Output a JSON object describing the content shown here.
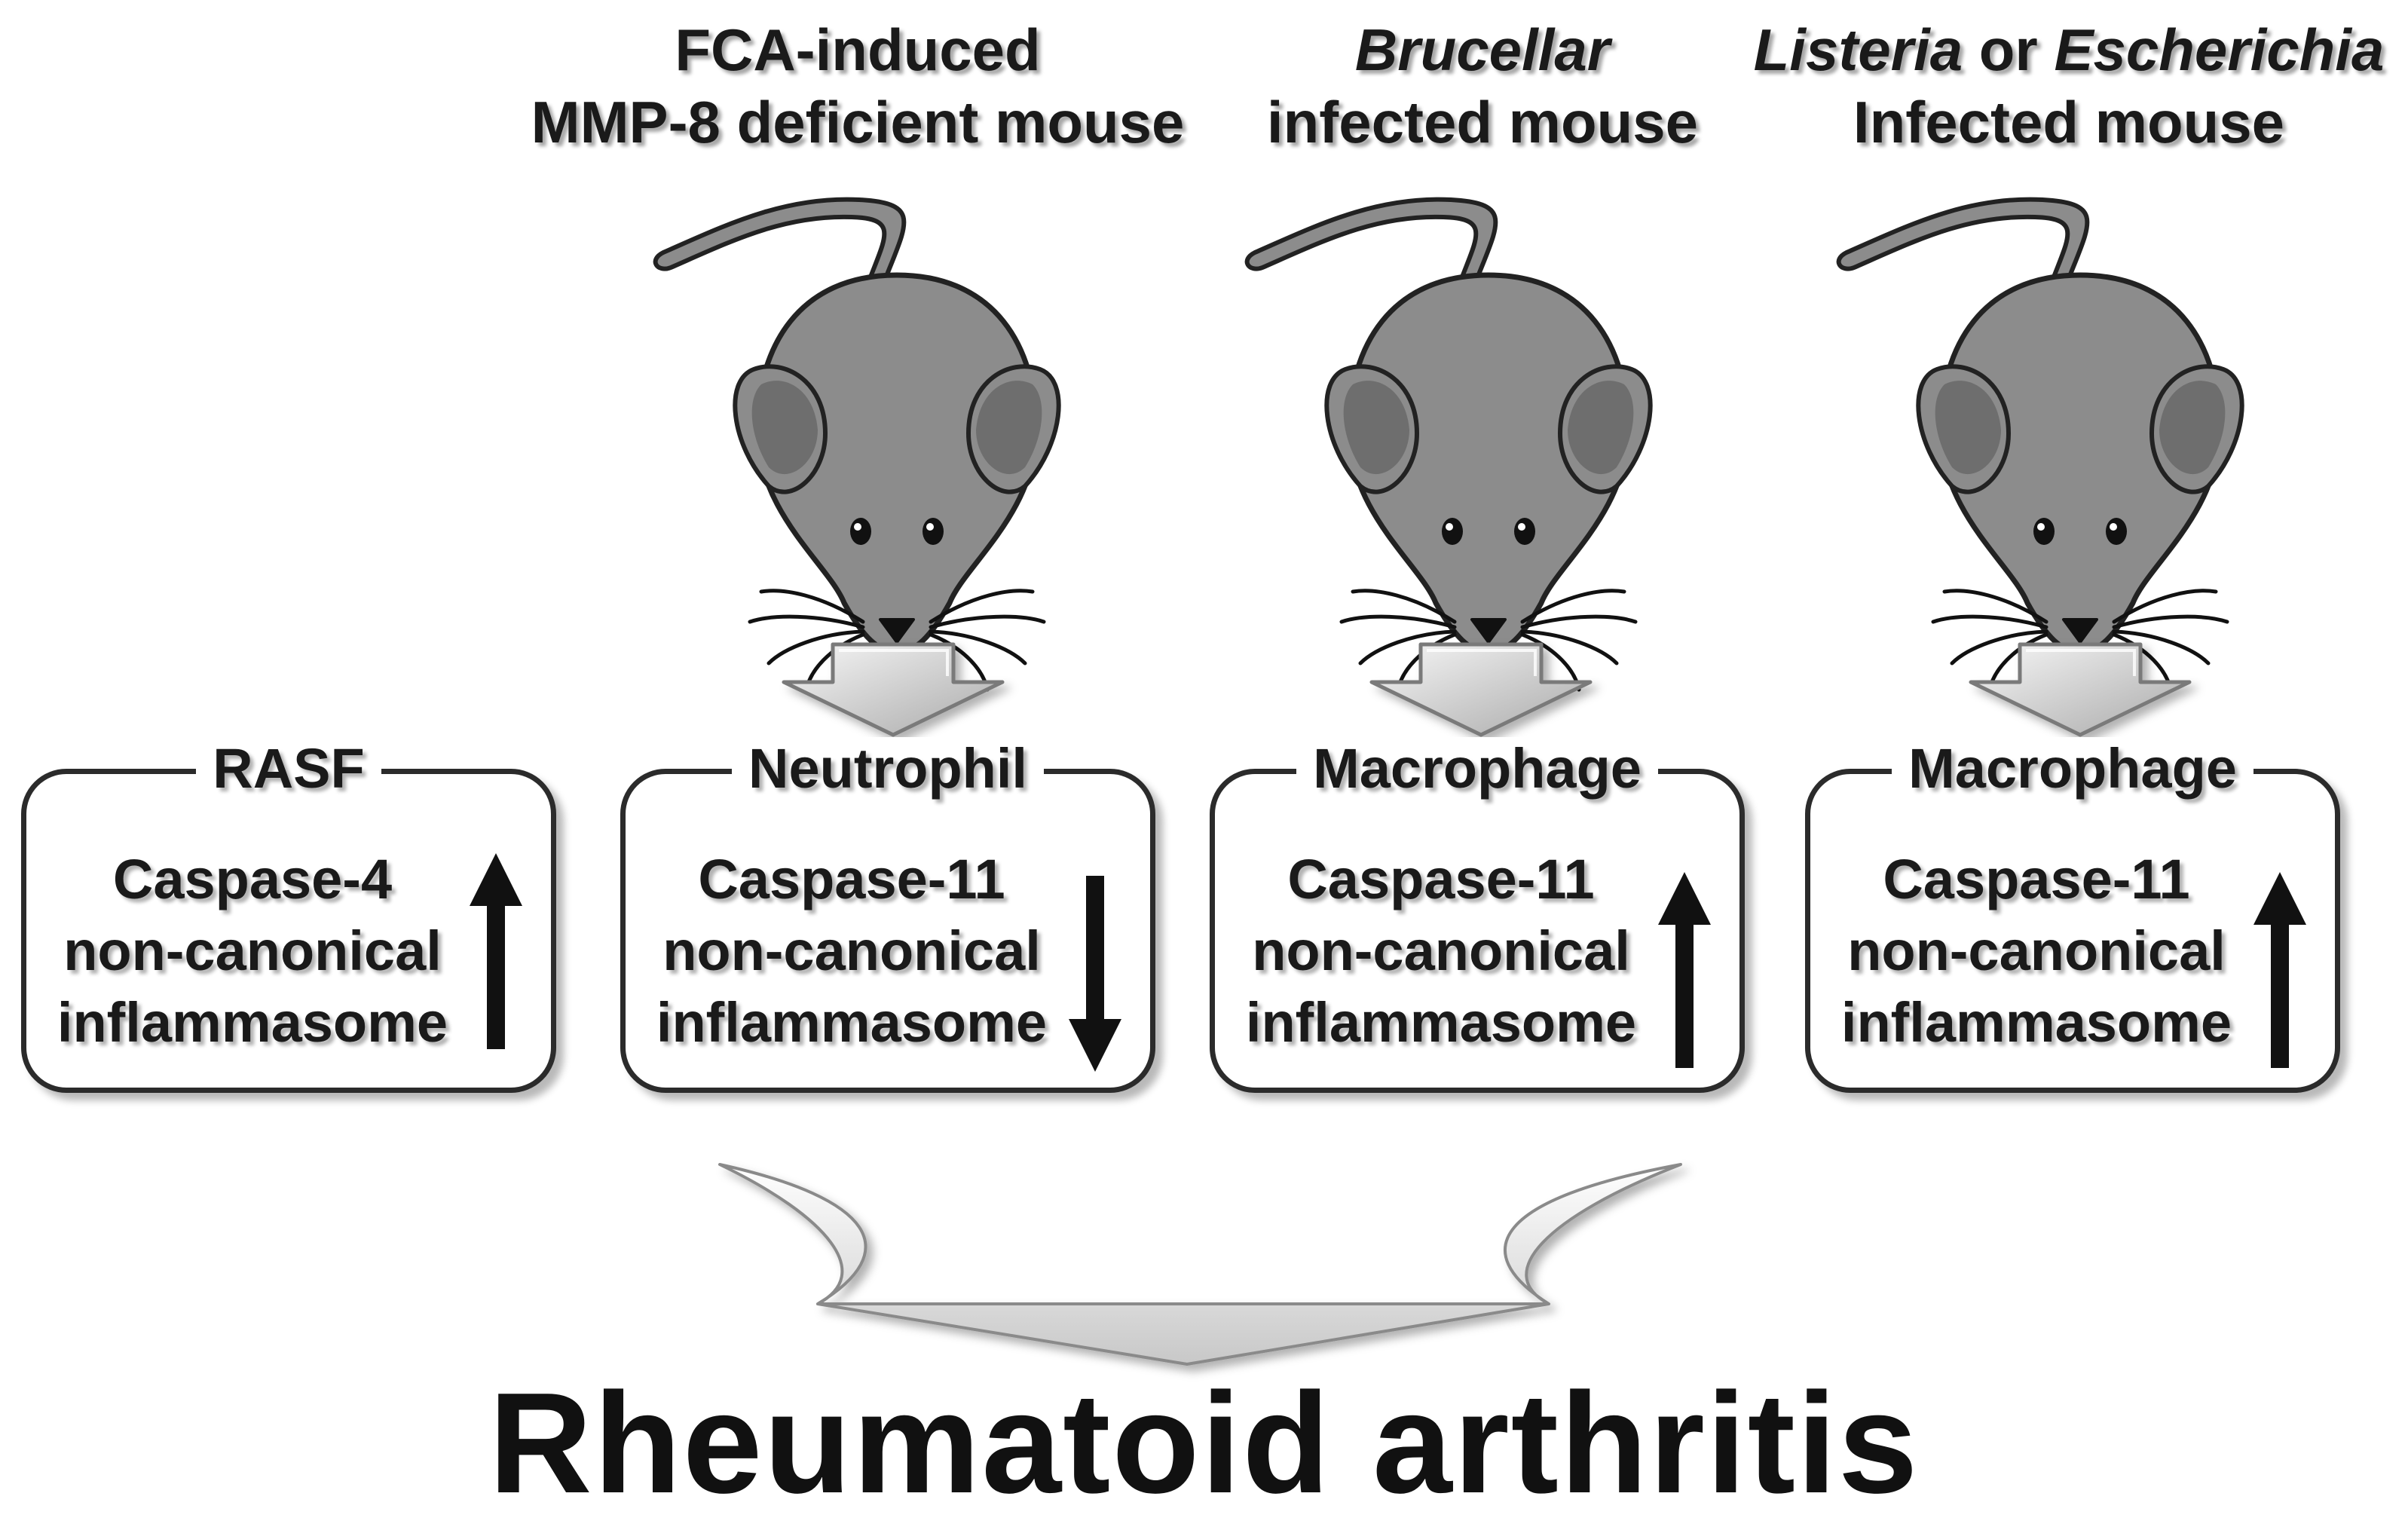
{
  "panels": [
    {
      "model": null,
      "cell": "RASF",
      "enzyme": "Caspase-4",
      "line2": "non-canonical",
      "line3": "inflammasome",
      "direction": "up"
    },
    {
      "model": {
        "line1": "FCA-induced",
        "line2": "MMP-8 deficient mouse"
      },
      "cell": "Neutrophil",
      "enzyme": "Caspase-11",
      "line2": "non-canonical",
      "line3": "inflammasome",
      "direction": "down"
    },
    {
      "model": {
        "line1_italic": "Brucellar",
        "line2": "infected mouse"
      },
      "cell": "Macrophage",
      "enzyme": "Caspase-11",
      "line2": "non-canonical",
      "line3": "inflammasome",
      "direction": "up"
    },
    {
      "model": {
        "line1_italic_a": "Listeria",
        "line1_plain": " or ",
        "line1_italic_b": "Escherichia",
        "line2": "Infected mouse"
      },
      "cell": "Macrophage",
      "enzyme": "Caspase-11",
      "line2": "non-canonical",
      "line3": "inflammasome",
      "direction": "up"
    }
  ],
  "outcome": "Rheumatoid arthritis",
  "colors": {
    "mouse_body": "#8c8c8c",
    "mouse_outline": "#222222",
    "ear_inner": "#6e6e6e",
    "arrow_fill_light": "#f0f0f0",
    "arrow_fill_dark": "#b5b5b5",
    "box_border": "#2b2b2b"
  }
}
